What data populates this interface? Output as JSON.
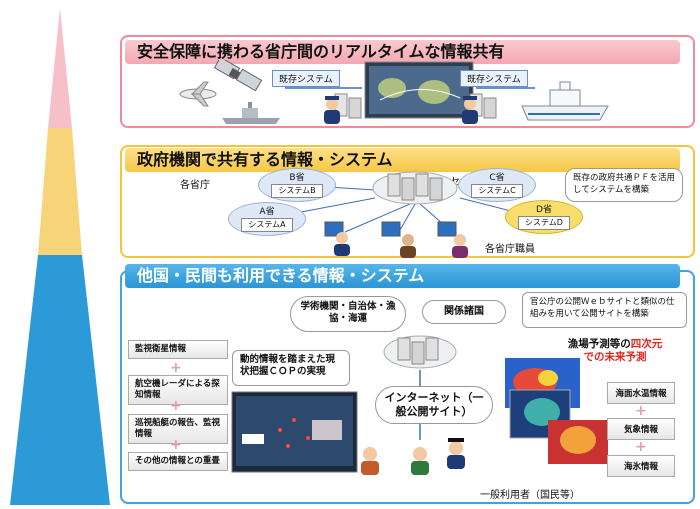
{
  "panel1": {
    "title": "安全保障に携わる省庁間のリアルタイムな情報共有",
    "system_left": "既存システム",
    "system_right": "既存システム"
  },
  "panel2": {
    "title": "政府機関で共有する情報・システム",
    "label_ministries": "各省庁",
    "label_datacenter": "データセンタ",
    "label_staff": "各省庁職員",
    "ministries": [
      {
        "name": "A省",
        "system": "システムA"
      },
      {
        "name": "B省",
        "system": "システムB"
      },
      {
        "name": "C省",
        "system": "システムC"
      },
      {
        "name": "D省",
        "system": "システムD"
      }
    ],
    "note": "既存の政府共通ＰＦを活用してシステムを構築"
  },
  "panel3": {
    "title": "他国・民間も利用できる情報・システム",
    "academic": "学術機関・自治体・漁協・海運",
    "related_countries": "関係諸国",
    "note_right": "官公庁の公開Ｗｅｂサイトと類似の仕組みを用いて公開サイトを構築",
    "cop_note": "動的情報を踏まえた現状把握ＣＯＰの実現",
    "internet": "インターネット（一般公開サイト）",
    "users": "一般利用者（国民等）",
    "forecast_title_prefix": "漁場予測等の",
    "forecast_highlight": "四次元",
    "forecast_title_line2": "での未来予測",
    "left_items": [
      "監視衛星情報",
      "航空機レーダによる探知情報",
      "巡視船艇の報告、監視情報",
      "その他の情報との重畳"
    ],
    "right_items": [
      "海面水温情報",
      "気象情報",
      "海氷情報"
    ]
  },
  "colors": {
    "pink": "#f4a8b3",
    "yellow": "#f6c744",
    "blue": "#2c95d4"
  }
}
